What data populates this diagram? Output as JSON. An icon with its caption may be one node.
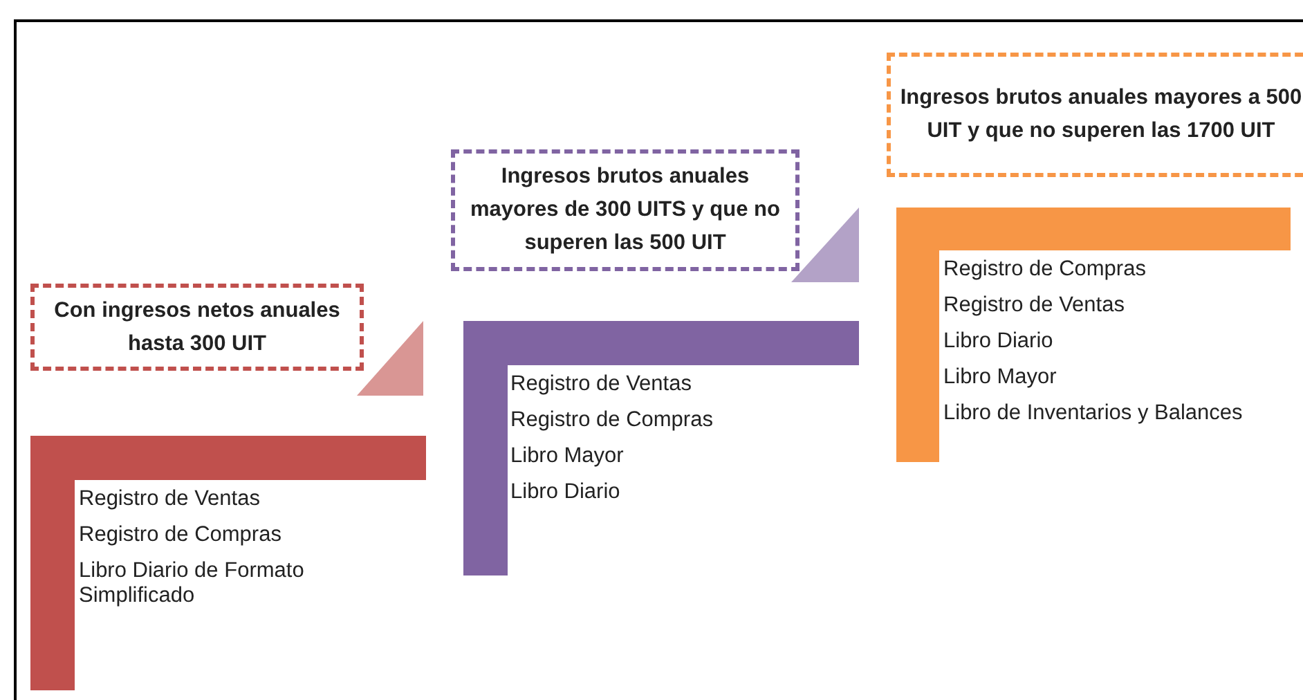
{
  "diagram": {
    "nodes": [
      {
        "text": [
          "Con ingresos netos anuales hasta 300 UIT"
        ]
      },
      {
        "text": [
          "Registro de Ventas",
          "Registro de Compras",
          "Libro Diario de Formato Simplificado"
        ]
      },
      {
        "text": [
          "Ingresos brutos anuales mayores de 300 UITS y que no superen las 500 UIT"
        ]
      },
      {
        "text": [
          "Registro de Ventas",
          "Registro de Compras",
          "Libro Mayor",
          "Libro Diario"
        ]
      },
      {
        "text": [
          "Ingresos brutos anuales mayores a 500 UIT y que no superen las 1700 UIT"
        ]
      },
      {
        "text": [
          "Registro de Compras",
          "Registro de Ventas",
          "Libro Diario",
          "Libro Mayor",
          "Libro de Inventarios y Balances"
        ]
      }
    ],
    "edges": []
  }
}
